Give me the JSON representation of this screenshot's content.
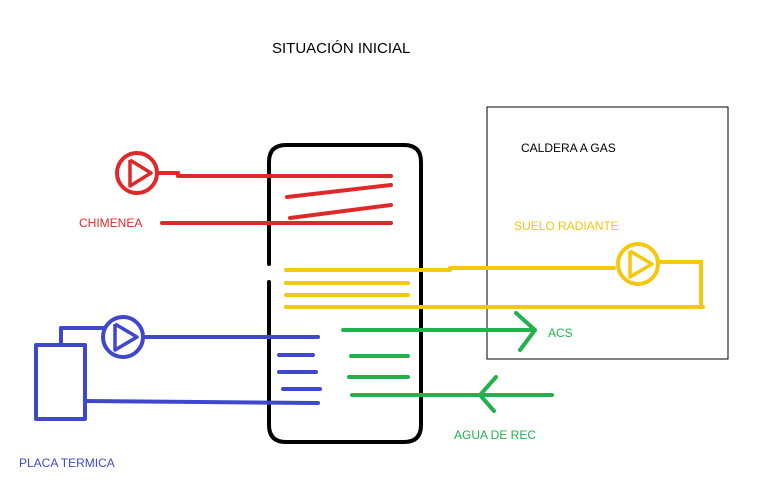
{
  "title": "SITUACIÓN INICIAL",
  "labels": {
    "caldera": "CALDERA A GAS",
    "chimenea": "CHIMENEA",
    "suelo": "SUELO RADIANTE",
    "acs": "ACS",
    "agua": "AGUA DE REC",
    "placa": "PLACA TERMICA"
  },
  "colors": {
    "red": "#e02828",
    "yellow": "#f5c70f",
    "blue": "#3f48cc",
    "green": "#22b14c",
    "black": "#000000"
  },
  "icons": [
    "pump-icon",
    "arrow-right-icon",
    "arrow-left-icon"
  ]
}
